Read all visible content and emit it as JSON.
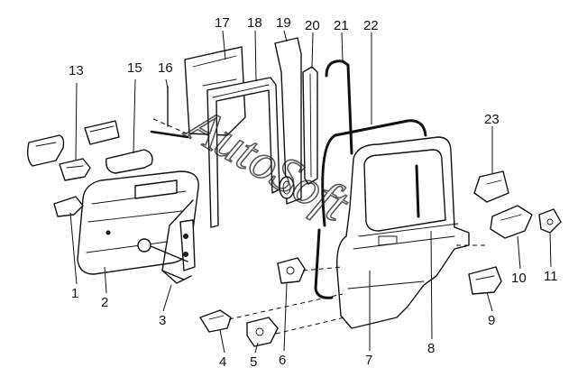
{
  "diagram": {
    "callouts": [
      {
        "id": "c1",
        "label": "1"
      },
      {
        "id": "c2",
        "label": "2"
      },
      {
        "id": "c3",
        "label": "3"
      },
      {
        "id": "c4",
        "label": "4"
      },
      {
        "id": "c5",
        "label": "5"
      },
      {
        "id": "c6",
        "label": "6"
      },
      {
        "id": "c7",
        "label": "7"
      },
      {
        "id": "c8",
        "label": "8"
      },
      {
        "id": "c9",
        "label": "9"
      },
      {
        "id": "c10",
        "label": "10"
      },
      {
        "id": "c11",
        "label": "11"
      },
      {
        "id": "c13",
        "label": "13"
      },
      {
        "id": "c15",
        "label": "15"
      },
      {
        "id": "c16",
        "label": "16"
      },
      {
        "id": "c17",
        "label": "17"
      },
      {
        "id": "c18",
        "label": "18"
      },
      {
        "id": "c19",
        "label": "19"
      },
      {
        "id": "c20",
        "label": "20"
      },
      {
        "id": "c21",
        "label": "21"
      },
      {
        "id": "c22",
        "label": "22"
      },
      {
        "id": "c23",
        "label": "23"
      }
    ],
    "watermark": "AutoSoft"
  }
}
